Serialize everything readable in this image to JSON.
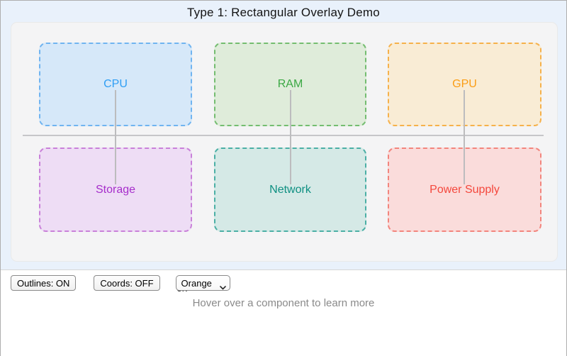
{
  "title": "Type 1: Rectangular Overlay Demo",
  "diagram": {
    "components": [
      {
        "id": "cpu",
        "label": "CPU",
        "fill": "#d6e8f9",
        "border": "#70b4f0",
        "text_color": "#2f9ef4"
      },
      {
        "id": "ram",
        "label": "RAM",
        "fill": "#dfecda",
        "border": "#74bd70",
        "text_color": "#3ba844"
      },
      {
        "id": "gpu",
        "label": "GPU",
        "fill": "#f9ecd5",
        "border": "#f6b14b",
        "text_color": "#fa9d15"
      },
      {
        "id": "storage",
        "label": "Storage",
        "fill": "#eeddf5",
        "border": "#c981d9",
        "text_color": "#a62dcb"
      },
      {
        "id": "network",
        "label": "Network",
        "fill": "#d5e9e6",
        "border": "#4bafa5",
        "text_color": "#0d8f81"
      },
      {
        "id": "power",
        "label": "Power Supply",
        "fill": "#fadcdb",
        "border": "#f2857d",
        "text_color": "#f4473c"
      }
    ],
    "divider_color": "#c6c6c9",
    "connector_color": "#bcbcbe",
    "panel_bg": "#f4f4f5",
    "stage_bg": "#e9f1fb"
  },
  "footer": {
    "outlines_button": "Outlines: ON",
    "coords_button": "Coords: OFF",
    "color_select": {
      "value": "Orange"
    },
    "partial_label": "or:",
    "hint": "Hover over a component to learn more"
  }
}
